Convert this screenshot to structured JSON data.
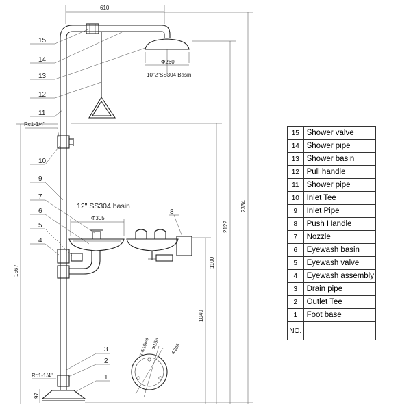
{
  "dimensions": {
    "width_top": "610",
    "shower_dia": "Φ260",
    "shower_basin_note": "10\"2\"SS304 Basin",
    "eyewash_basin_note": "12\" SS304 basin",
    "eyewash_dia": "Φ305",
    "height_total": "2334",
    "height_shower": "2122",
    "height_pipe": "1567",
    "height_eyewash": "1100",
    "height_base": "1049",
    "height_foot": "97",
    "thread_upper": "Rc1-1/4\"",
    "thread_lower": "Rc1-1/4\"",
    "holes": "3-Φ10φ8",
    "pcd": "Φ186",
    "base_dia": "Φ206"
  },
  "callouts": [
    "15",
    "14",
    "13",
    "12",
    "11",
    "10",
    "9",
    "8",
    "7",
    "6",
    "5",
    "4",
    "3",
    "2",
    "1"
  ],
  "parts_table": {
    "rows": [
      {
        "no": "15",
        "name": "Shower valve"
      },
      {
        "no": "14",
        "name": "Shower pipe"
      },
      {
        "no": "13",
        "name": "Shower basin"
      },
      {
        "no": "12",
        "name": "Pull handle"
      },
      {
        "no": "11",
        "name": "Shower pipe"
      },
      {
        "no": "10",
        "name": "Inlet Tee"
      },
      {
        "no": "9",
        "name": "Inlet Pipe"
      },
      {
        "no": "8",
        "name": "Push Handle"
      },
      {
        "no": "7",
        "name": "Nozzle"
      },
      {
        "no": "6",
        "name": "Eyewash basin"
      },
      {
        "no": "5",
        "name": "Eyewash valve"
      },
      {
        "no": "4",
        "name": "Eyewash assembly"
      },
      {
        "no": "3",
        "name": "Drain pipe"
      },
      {
        "no": "2",
        "name": "Outlet Tee"
      },
      {
        "no": "1",
        "name": "Foot base"
      }
    ],
    "header_label": "NO."
  }
}
